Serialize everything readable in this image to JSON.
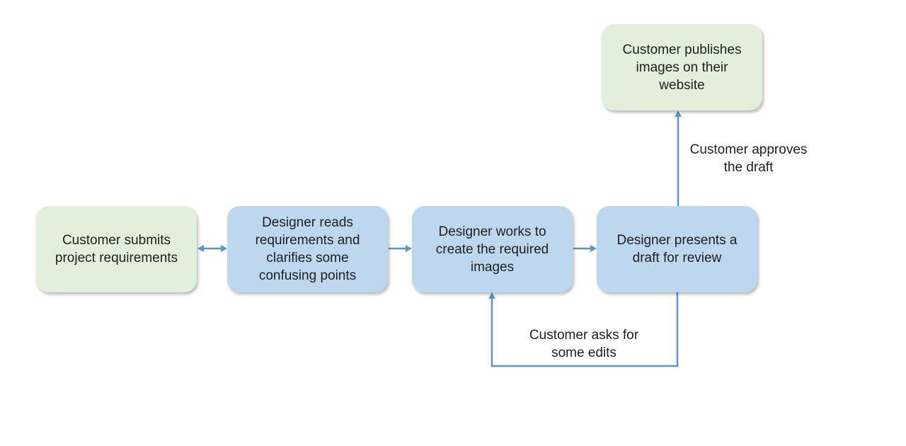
{
  "colors": {
    "start_end_fill": "#e2efda",
    "process_fill": "#bdd7ee",
    "connector": "#5b95c8",
    "text": "#1f1f1f"
  },
  "nodes": {
    "submit": "Customer submits\nproject requirements",
    "reads": "Designer reads\nrequirements and\nclarifies some\nconfusing points",
    "works": "Designer works to\ncreate the required\nimages",
    "presents": "Designer presents a\ndraft for review",
    "publishes": "Customer publishes\nimages on their\nwebsite"
  },
  "edge_labels": {
    "approves": "Customer approves\nthe draft",
    "edits": "Customer asks for\nsome edits"
  }
}
